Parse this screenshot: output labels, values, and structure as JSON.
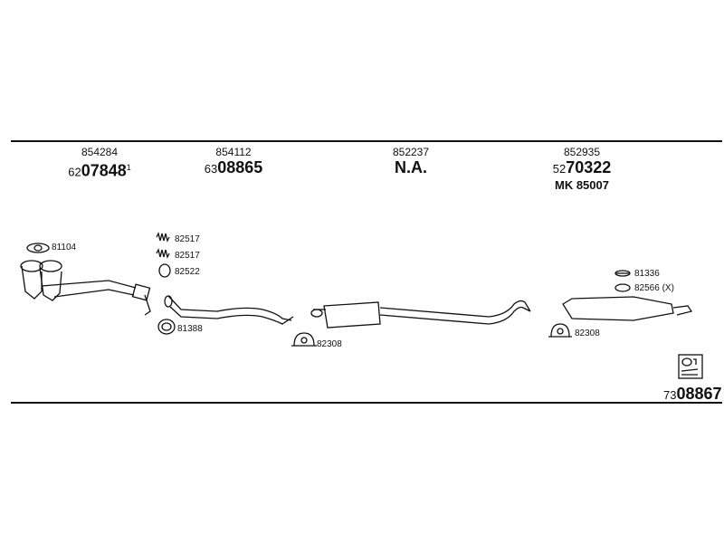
{
  "columns": [
    {
      "part_no": "854284",
      "code_prefix": "62",
      "code_main": "07848",
      "code_sup": "1"
    },
    {
      "part_no": "854112",
      "code_prefix": "63",
      "code_main": "08865"
    },
    {
      "part_no": "852237",
      "code_main": "N.A."
    },
    {
      "part_no": "852935",
      "code_prefix": "52",
      "code_main": "70322",
      "extra": "MK  85007"
    }
  ],
  "labels": {
    "gasket_81104": "81104",
    "spring_82517_a": "82517",
    "spring_82517_b": "82517",
    "ring_82522": "82522",
    "ring_81388": "81388",
    "clamp_82308_mid": "82308",
    "clamp_82308_rear": "82308",
    "hanger_81336": "81336",
    "hanger_82566": "82566 (X)"
  },
  "kit_ref": {
    "prefix": "73",
    "main": "08867"
  }
}
